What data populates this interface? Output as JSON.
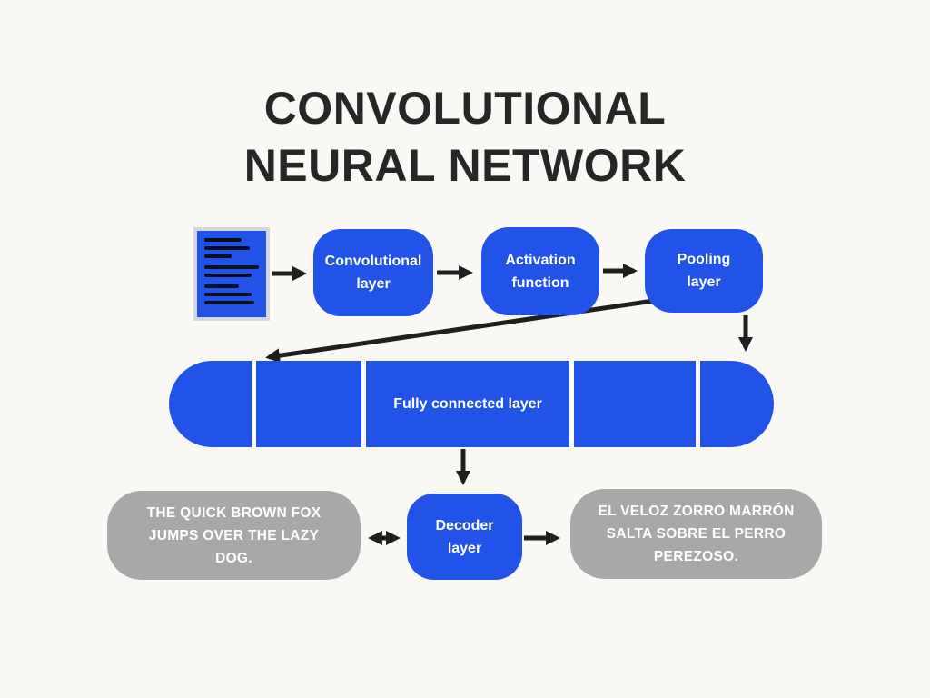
{
  "title": {
    "line1": "CONVOLUTIONAL",
    "line2": "NEURAL NETWORK"
  },
  "palette": {
    "node_blue": "#2153E8",
    "output_gray": "#A8A8A8",
    "background": "#FAF8F5",
    "arrow_black": "#1F1F1F",
    "title_text": "#262626",
    "node_text": "#FFFFFF",
    "document_border": "#D3D7DF",
    "document_text_lines": "#0B1020"
  },
  "nodes": {
    "input_document": {
      "icon": "document-text-icon"
    },
    "convolutional": {
      "label": "Convolutional layer",
      "lines": [
        "Convolutional",
        "layer"
      ]
    },
    "activation": {
      "label": "Activation function",
      "lines": [
        "Activation",
        "function"
      ]
    },
    "pooling": {
      "label": "Pooling layer",
      "lines": [
        "Pooling",
        "layer"
      ]
    },
    "fully_connected": {
      "label": "Fully connected layer",
      "lines": [
        "Fully connected",
        "layer"
      ],
      "segment_count": 5
    },
    "decoder": {
      "label": "Decoder layer",
      "lines": [
        "Decoder",
        "layer"
      ]
    },
    "output_english": {
      "text": "THE QUICK BROWN FOX JUMPS OVER THE LAZY DOG.",
      "lines": [
        "THE QUICK BROWN FOX",
        "JUMPS OVER THE LAZY",
        "DOG."
      ]
    },
    "output_spanish": {
      "text": "EL VELOZ ZORRO MARRÓN SALTA SOBRE EL PERRO PEREZOSO.",
      "lines": [
        "EL VELOZ ZORRO MARRÓN",
        "SALTA SOBRE EL PERRO",
        "PEREZOSO."
      ]
    }
  },
  "connections": [
    {
      "from": "input-document",
      "to": "convolutional-layer",
      "style": "arrow-right"
    },
    {
      "from": "convolutional-layer",
      "to": "activation-function",
      "style": "arrow-right"
    },
    {
      "from": "activation-function",
      "to": "pooling-layer",
      "style": "arrow-right"
    },
    {
      "from": "pooling-layer",
      "to": "fully-connected-layer-left-end",
      "style": "arrow-diagonal"
    },
    {
      "from": "pooling-layer",
      "to": "fully-connected-layer-right-end",
      "style": "arrow-down"
    },
    {
      "from": "fully-connected-layer",
      "to": "decoder-layer",
      "style": "arrow-down"
    },
    {
      "from": "decoder-layer",
      "to": "output-english",
      "style": "arrow-double"
    },
    {
      "from": "decoder-layer",
      "to": "output-spanish",
      "style": "arrow-right"
    }
  ]
}
